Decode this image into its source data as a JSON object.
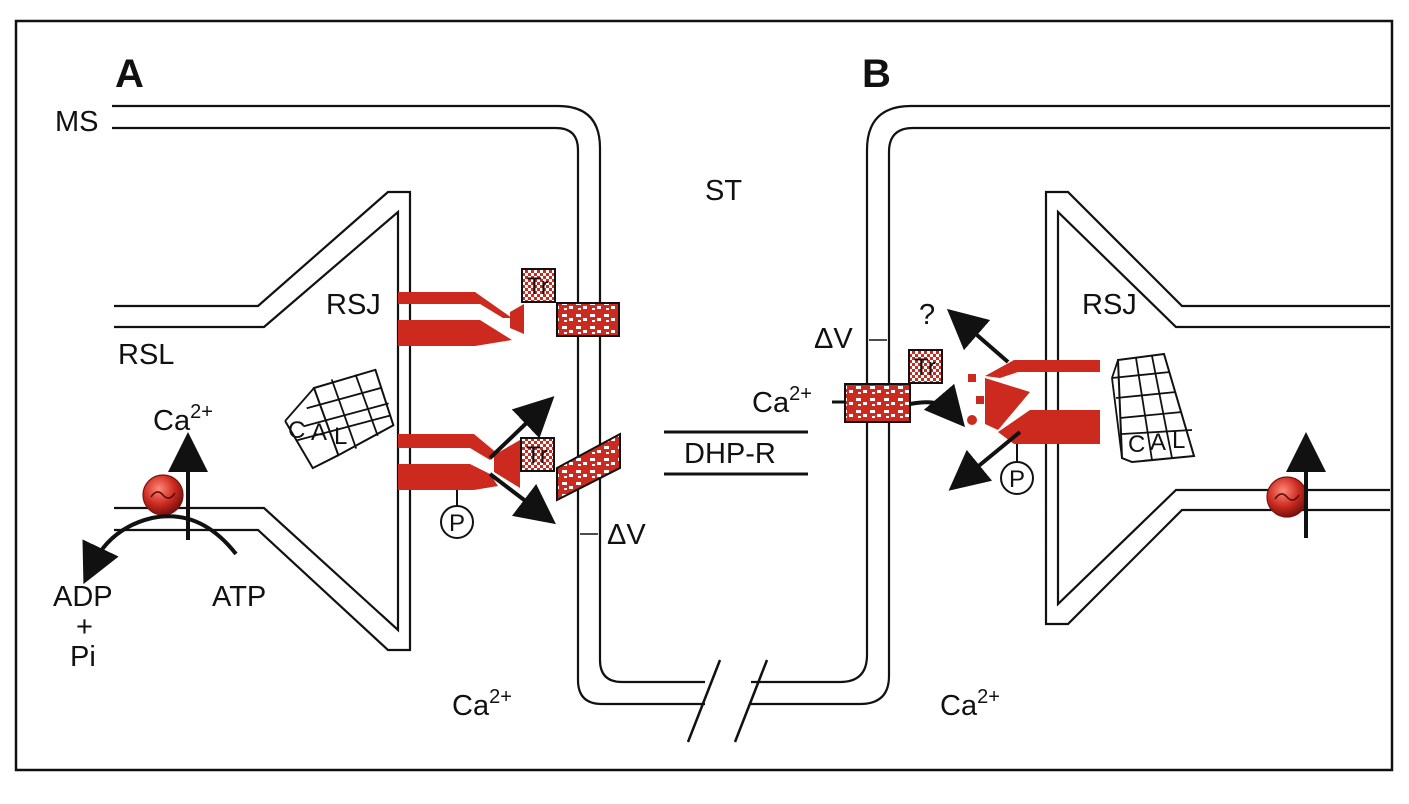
{
  "panels": {
    "a": "A",
    "b": "B"
  },
  "labels": {
    "ms": "MS",
    "st": "ST",
    "rsj_left": "RSJ",
    "rsj_right": "RSJ",
    "rsl": "RSL",
    "dhp_r": "DHP-R",
    "delta_v_left": "ΔV",
    "delta_v_right": "ΔV",
    "question": "?",
    "ca_pump": "Ca",
    "ca_pump_sup": "2+",
    "ca_channel": "Ca",
    "ca_channel_sup": "2+",
    "ca_bottom_left": "Ca",
    "ca_bottom_left_sup": "2+",
    "ca_bottom_right": "Ca",
    "ca_bottom_right_sup": "2+",
    "adp": "ADP",
    "plus": "+",
    "pi": "Pi",
    "atp": "ATP",
    "tr_left_top": "Tr",
    "tr_left_bottom": "Tr",
    "tr_right": "Tr",
    "p_left": "P",
    "p_right": "P",
    "cal_left": [
      "C",
      "A",
      "L"
    ],
    "cal_right": [
      "C",
      "A",
      "L"
    ]
  },
  "colors": {
    "protein": "#cc2a1f",
    "line": "#111111",
    "background": "#ffffff"
  }
}
